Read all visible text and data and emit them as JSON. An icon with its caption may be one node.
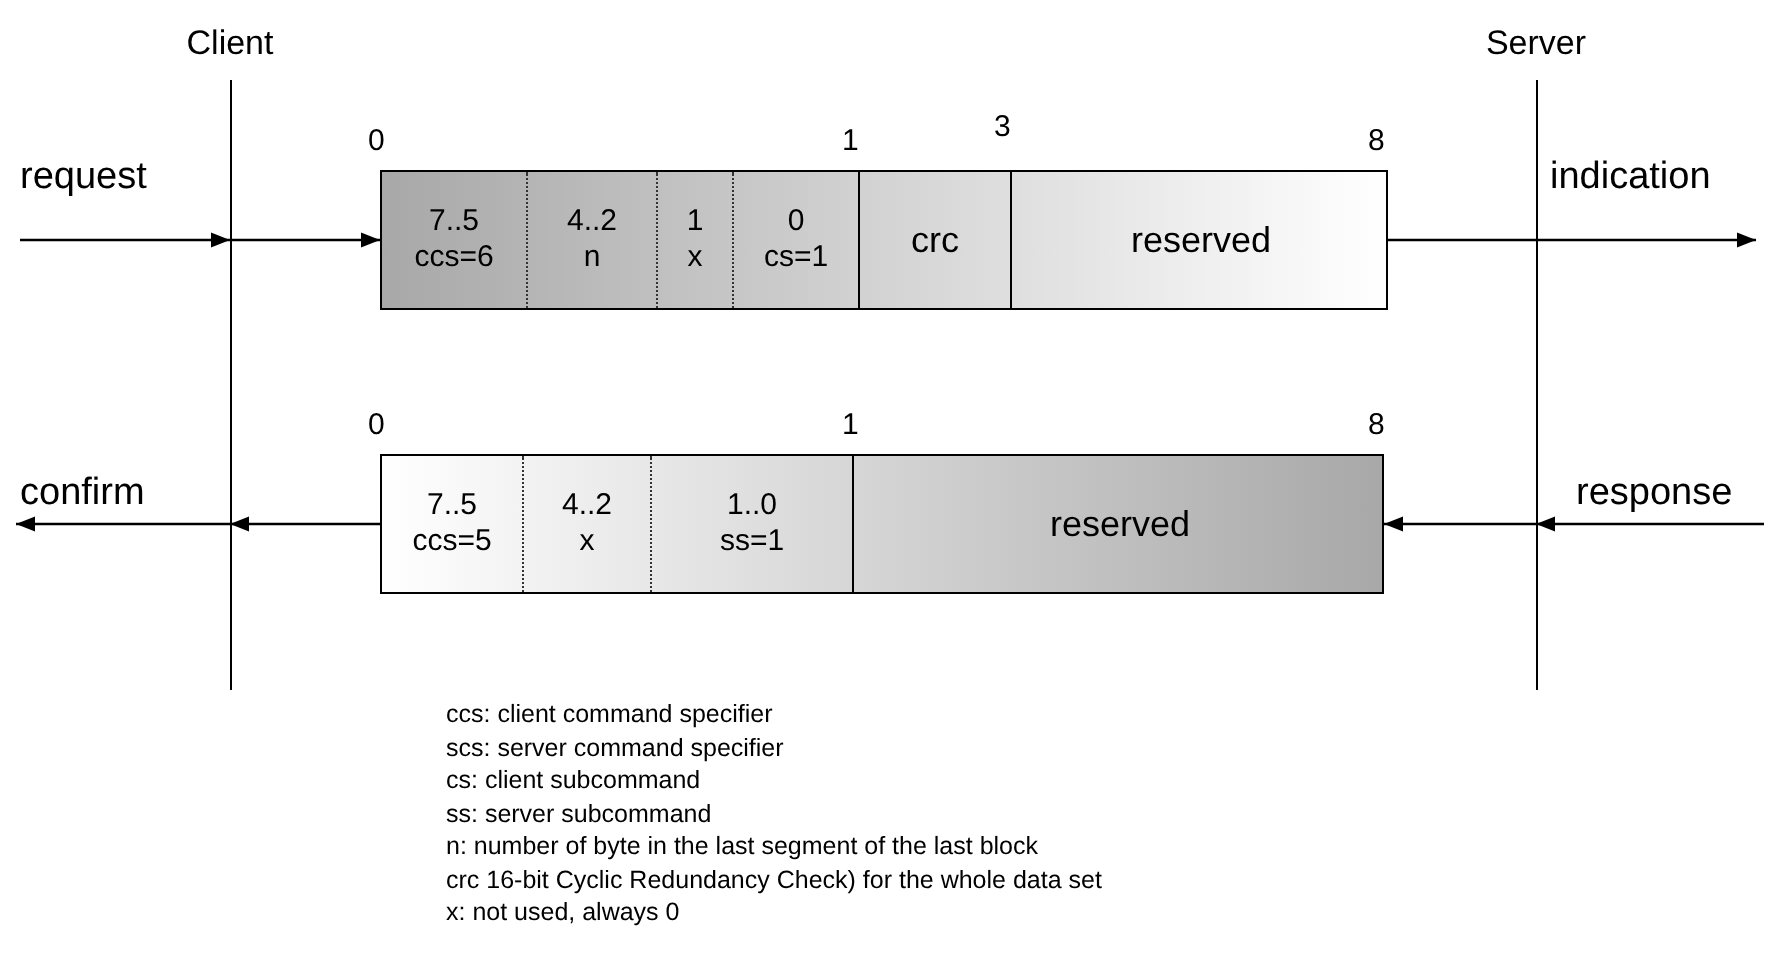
{
  "diagram": {
    "nodes": [
      {
        "text": [
          "Client"
        ]
      },
      {
        "text": [
          "Server"
        ]
      },
      {
        "text": [],
        "shape": "box"
      },
      {
        "text": [
          "7..5",
          "ccs=6"
        ],
        "in": 2
      },
      {
        "text": [
          "4..2",
          "n"
        ],
        "in": 2
      },
      {
        "text": [
          "1",
          "x"
        ],
        "in": 2
      },
      {
        "text": [
          "0",
          "cs=1"
        ],
        "in": 2
      },
      {
        "text": [
          "crc"
        ],
        "in": 2
      },
      {
        "text": [
          "reserved"
        ],
        "in": 2
      },
      {
        "text": [],
        "shape": "box"
      },
      {
        "text": [
          "7..5",
          "ccs=5"
        ],
        "in": 9
      },
      {
        "text": [
          "4..2",
          "x"
        ],
        "in": 9
      },
      {
        "text": [
          "1..0",
          "ss=1"
        ],
        "in": 9
      },
      {
        "text": [
          "reserved"
        ],
        "in": 9
      }
    ],
    "edges": [
      {
        "from": null,
        "to": 0,
        "arrow": "to",
        "label": "request"
      },
      {
        "from": 0,
        "to": 2,
        "arrow": "to"
      },
      {
        "from": 2,
        "to": 1,
        "arrow": "none"
      },
      {
        "from": 1,
        "to": null,
        "arrow": "to",
        "label": "indication"
      },
      {
        "from": null,
        "to": 1,
        "arrow": "to",
        "label": "response"
      },
      {
        "from": 1,
        "to": 9,
        "arrow": "to"
      },
      {
        "from": 9,
        "to": 0,
        "arrow": "to"
      },
      {
        "from": 0,
        "to": null,
        "arrow": "to",
        "label": "confirm"
      }
    ],
    "labels": [
      "0",
      "1",
      "3",
      "8",
      "0",
      "1",
      "8",
      "ccs: client command specifier",
      "scs: server command specifier",
      "cs: client subcommand",
      "ss: server subcommand",
      "n: number of byte in the last segment of the last block",
      "crc 16-bit Cyclic Redundancy Check) for the whole data set",
      "x: not used, always 0"
    ]
  }
}
